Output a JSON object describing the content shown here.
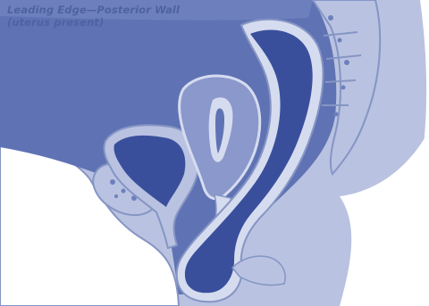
{
  "figure": {
    "caption_line1": "Leading Edge—Posterior Wall",
    "caption_line2": "(uterus present)"
  },
  "colors": {
    "background": "#ffffff",
    "body_outline": "#8595c4",
    "pelvic_cavity": "#5f72b4",
    "tissue_light": "#b9c2e0",
    "tissue_mid": "#8a98cc",
    "organ_dark": "#3a4f9c",
    "lumen_light": "#d6dcef",
    "caption": "#4e62a2"
  },
  "icons": [
    "pubic-bone-shape",
    "bladder-shape",
    "uterus-shape",
    "vagina-shape",
    "rectum-shape",
    "sacrum-shape",
    "perineum-shape"
  ]
}
